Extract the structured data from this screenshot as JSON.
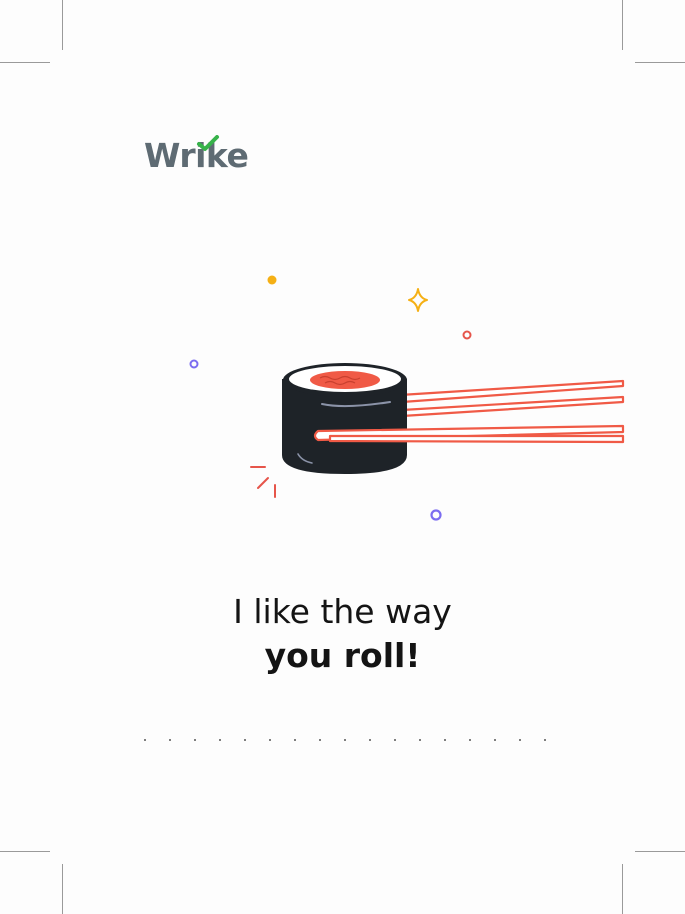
{
  "brand": {
    "logo_text": "Wrike",
    "logo_color": "#5e6b73",
    "check_color": "#37b34a"
  },
  "illustration": {
    "subject": "sushi roll held by chopsticks",
    "colors": {
      "nori": "#1e2328",
      "salmon": "#f05a46",
      "chopsticks": "#f05a46",
      "sparkle_yellow": "#f5b015",
      "ring_purple": "#7b6cf0",
      "ring_red": "#e6554a"
    }
  },
  "message": {
    "line1": "I like the way",
    "line2": "you roll!"
  },
  "divider": {
    "dot_count": 17
  }
}
